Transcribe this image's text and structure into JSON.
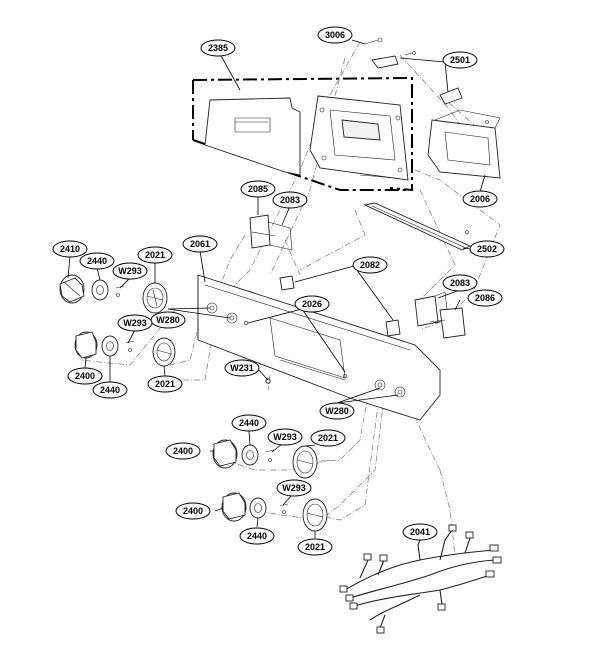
{
  "callouts": {
    "c3006": "3006",
    "c2385": "2385",
    "c2501": "2501",
    "c2006": "2006",
    "c2085": "2085",
    "c2083a": "2083",
    "c2502": "2502",
    "c2410": "2410",
    "c2440a": "2440",
    "c2021a": "2021",
    "cW293a": "W293",
    "c2061": "2061",
    "c2082": "2082",
    "c2083b": "2083",
    "c2086": "2086",
    "cW280a": "W280",
    "cW293b": "W293",
    "c2026": "2026",
    "c2400a": "2400",
    "c2440b": "2440",
    "c2021b": "2021",
    "cW231": "W231",
    "cW280b": "W280",
    "c2440c": "2440",
    "cW293c": "W293",
    "c2021c": "2021",
    "c2400b": "2400",
    "cW293d": "W293",
    "c2400c": "2400",
    "c2440d": "2440",
    "c2021d": "2021",
    "c2041": "2041"
  }
}
